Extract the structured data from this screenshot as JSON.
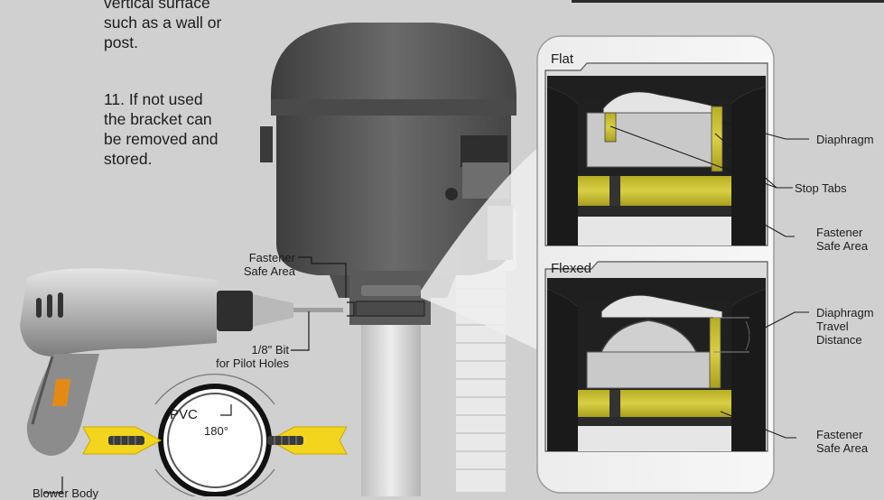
{
  "instructions": {
    "continuation_lines": [
      "vertical surface",
      "such as a wall or",
      "post."
    ],
    "step_11_lines": [
      "11.  If not used",
      "the bracket can",
      "be removed and",
      "stored."
    ]
  },
  "callouts": {
    "fastener_safe_area_lines": [
      "Fastener",
      "Safe Area"
    ],
    "bit_lines": [
      "1/8\" Bit",
      "for Pilot Holes"
    ],
    "blower_body": "Blower Body"
  },
  "pipe_section": {
    "material": "PVC",
    "angle": "180°"
  },
  "panels": {
    "flat_label": "Flat",
    "flexed_label": "Flexed"
  },
  "right_labels": {
    "diaphragm": "Diaphragm",
    "stop_tabs": "Stop Tabs",
    "fastener_safe_area_top_lines": [
      "Fastener",
      "Safe Area"
    ],
    "diaphragm_travel_lines": [
      "Diaphragm",
      "Travel",
      "Distance"
    ],
    "fastener_safe_area_bottom_lines": [
      "Fastener",
      "Safe Area"
    ]
  },
  "colors": {
    "background": "#d0d0d0",
    "blower_gray": "#5a5a5a",
    "safe_band_yellow": "#c9be2c",
    "arrow_yellow": "#f2d51c",
    "drill_orange": "#e38a16"
  }
}
